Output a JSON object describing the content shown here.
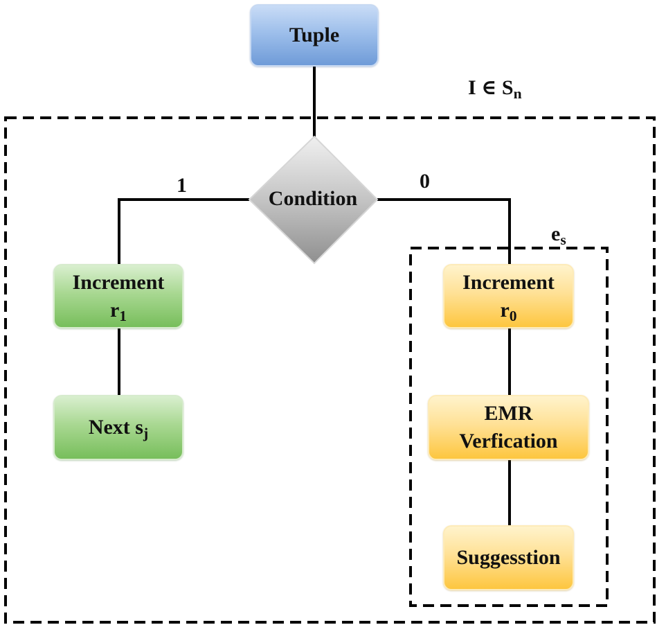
{
  "nodes": {
    "tuple": "Tuple",
    "condition": "Condition",
    "increment_r1": {
      "line1": "Increment",
      "base": "r",
      "sub": "1"
    },
    "next_sj": {
      "base": "Next s",
      "sub": "j"
    },
    "increment_r0": {
      "line1": "Increment",
      "base": "r",
      "sub": "0"
    },
    "emr_verification": {
      "line1": "EMR",
      "line2": "Verfication"
    },
    "suggestion": "Suggesstion"
  },
  "edges": {
    "branch_true": "1",
    "branch_false": "0"
  },
  "regions": {
    "outer": {
      "base": "I ∈ S",
      "sub": "n"
    },
    "inner": {
      "base": "e",
      "sub": "s"
    }
  },
  "colors": {
    "process_start": "#9ebfeb",
    "branch_true_fill": "#a9d892",
    "branch_false_fill": "#ffe196",
    "decision": "#b5b5b5",
    "lines": "#000000"
  }
}
